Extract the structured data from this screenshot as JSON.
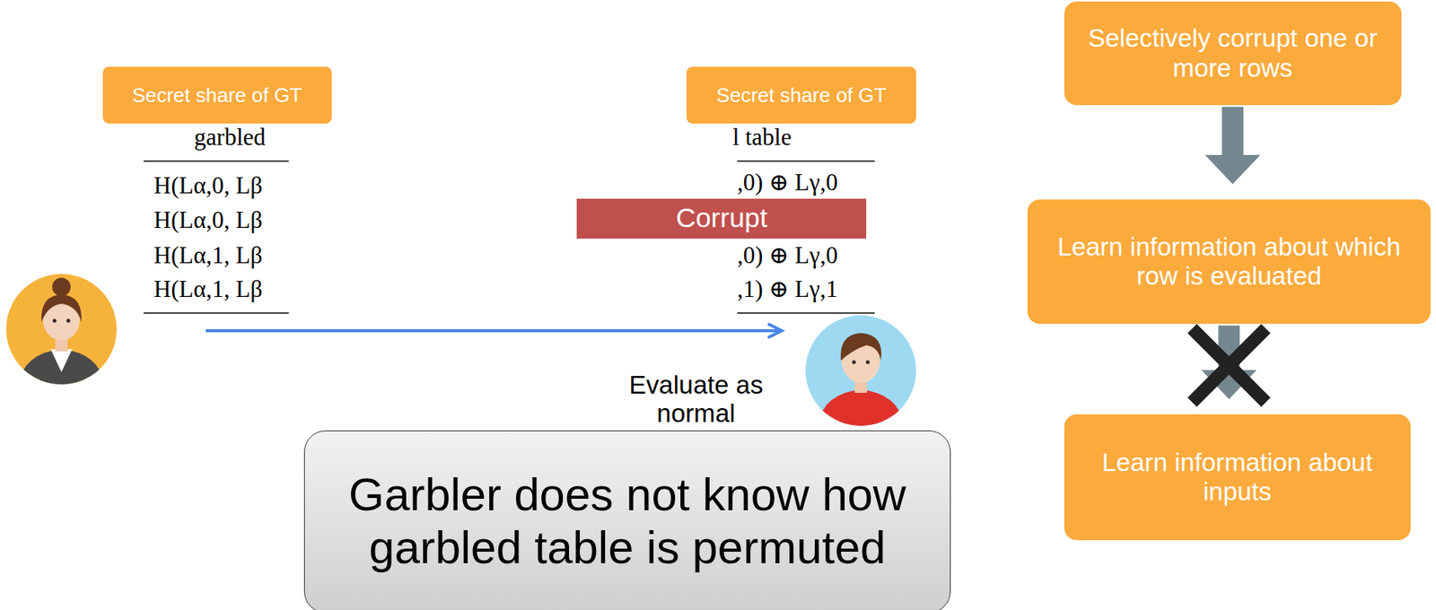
{
  "diagram": {
    "nodes": [
      {
        "text": [
          "Selectively corrupt one or more rows"
        ]
      },
      {
        "text": [
          "Secret share of GT"
        ]
      },
      {
        "text": [
          "Secret share of GT"
        ]
      },
      {
        "text": [
          "Corrupt"
        ]
      },
      {
        "text": [
          "Learn information about which row is evaluated"
        ]
      },
      {
        "text": [
          "Learn information about inputs"
        ]
      },
      {
        "text": [
          "Garbler does not know how garbled table is permuted"
        ]
      }
    ],
    "edges": [
      {
        "from": 0,
        "to": 4,
        "arrow": "to"
      },
      {
        "from": 4,
        "to": 5,
        "arrow": "to"
      }
    ],
    "labels": [
      "garbled",
      "H(Lα,0, Lβ",
      "H(Lα,0, Lβ",
      "H(Lα,1, Lβ",
      "H(Lα,1, Lβ",
      "l table",
      ",0) ⊕ Lγ,0",
      ",0) ⊕ Lγ,0",
      ",1) ⊕ Lγ,1",
      "Evaluate as normal"
    ]
  }
}
